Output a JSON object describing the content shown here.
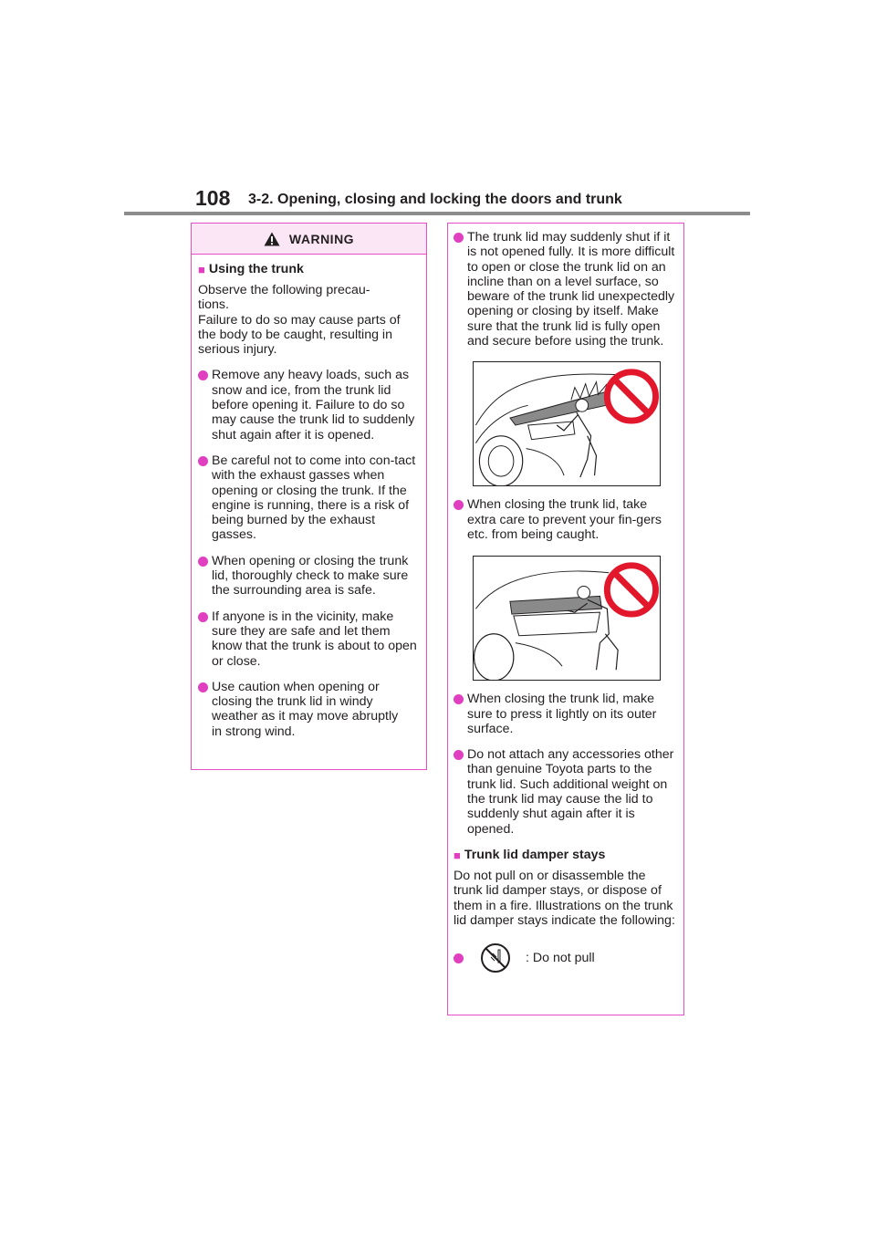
{
  "header": {
    "page_number": "108",
    "section_title": "3-2. Opening, closing and locking the doors and trunk"
  },
  "warning": {
    "label": "WARNING",
    "heading": "Using the trunk",
    "intro1": "Observe the following precau-tions.",
    "intro2": "Failure to do so may cause parts of the body to be caught, resulting in serious injury.",
    "bullets": [
      "Remove any heavy loads, such as snow and ice, from the trunk lid before opening it. Failure to do so may cause the trunk lid to suddenly shut again after it is opened.",
      "Be careful not to come into con-tact with the exhaust gasses when opening or closing the trunk. If the engine is running, there is a risk of being burned by the exhaust gasses.",
      "When opening or closing the trunk lid, thoroughly check to make sure the surrounding area is safe.",
      "If anyone is in the vicinity, make sure they are safe and let them know that the trunk is about to open or close.",
      "Use caution when opening or closing the trunk lid in windy weather as it may move abruptly in strong wind."
    ]
  },
  "right": {
    "bullet1": "The trunk lid may suddenly shut if it is not opened fully. It is more difficult to open or close the trunk lid on an incline than on a level surface, so beware of the trunk lid unexpectedly opening or closing by itself. Make sure that the trunk lid is fully open and secure before using the trunk.",
    "bullet2": "When closing the trunk lid, take extra care to prevent your fin-gers etc. from being caught.",
    "bullet3": "When closing the trunk lid, make sure to press it lightly on its outer surface.",
    "bullet4": "Do not attach any accessories other than genuine Toyota parts to the trunk lid. Such additional weight on the trunk lid may cause the lid to suddenly shut again after it is opened.",
    "damper_heading": "Trunk lid damper stays",
    "damper_text": "Do not pull on or disassemble the trunk lid damper stays, or dispose of them in a fire. Illustrations on the trunk lid damper stays indicate the following:",
    "legend_label": ": Do not pull"
  },
  "colors": {
    "accent": "#e040c0",
    "box_border": "#e54fc7",
    "warning_bg": "#fbe6f6",
    "prohibit_red": "#e3172b"
  },
  "icons": {
    "warning": "warning-triangle-icon",
    "prohibited": "prohibition-sign-icon",
    "do_not_pull": "do-not-pull-icon"
  }
}
